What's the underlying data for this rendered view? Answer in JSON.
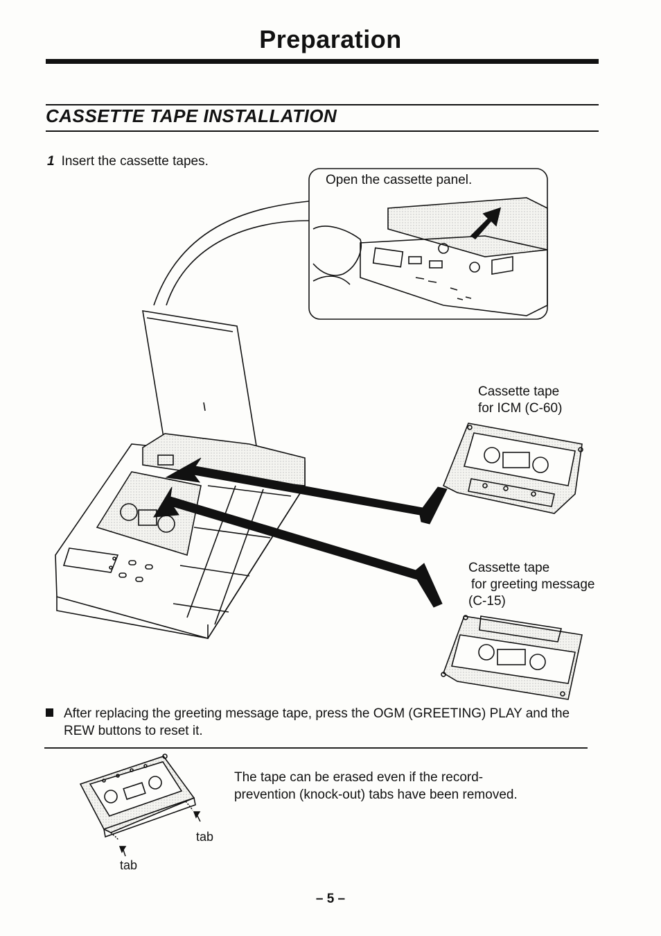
{
  "page": {
    "title": "Preparation",
    "section_title": "CASSETTE TAPE INSTALLATION",
    "page_number": "– 5 –"
  },
  "step1": {
    "number": "1",
    "text": "Insert the cassette tapes."
  },
  "callout": {
    "text": "Open the cassette panel."
  },
  "tape_icm": {
    "line1": "Cassette tape",
    "line2": "for ICM (C-60)"
  },
  "tape_greeting": {
    "line1": "Cassette tape",
    "line2": "for greeting message",
    "line3": "(C-15)"
  },
  "note": {
    "text": "After replacing the greeting message tape, press the OGM (GREETING) PLAY and the REW buttons to reset it."
  },
  "erase_note": {
    "text": "The tape can be erased even if the record-prevention (knock-out) tabs have been removed."
  },
  "tab_labels": [
    "tab",
    "tab"
  ]
}
